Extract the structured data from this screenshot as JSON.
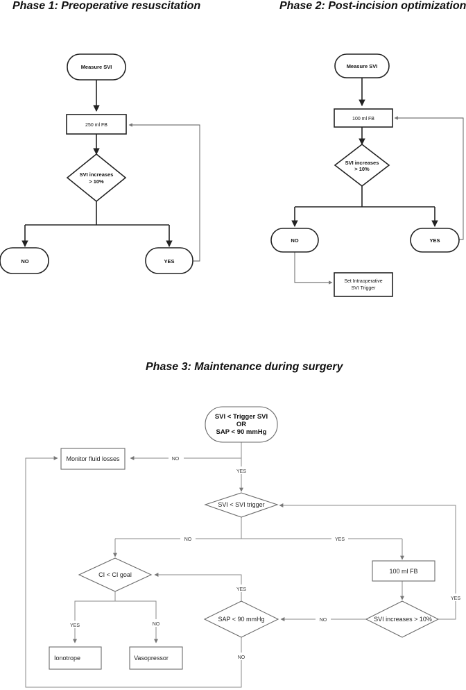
{
  "titles": {
    "phase1": "Phase 1: Preoperative resuscitation",
    "phase2": "Phase 2: Post-incision optimization",
    "phase3": "Phase 3: Maintenance during surgery"
  },
  "phase1": {
    "start": "Measure SVI",
    "fb": "250 ml FB",
    "decision_line1": "SVI increases",
    "decision_line2": "> 10%",
    "no": "NO",
    "yes": "YES"
  },
  "phase2": {
    "start": "Measure SVI",
    "fb": "100 ml FB",
    "decision_line1": "SVI increases",
    "decision_line2": "> 10%",
    "no": "NO",
    "yes": "YES",
    "trigger_line1": "Set Intraoperative",
    "trigger_line2": "SVI Trigger"
  },
  "phase3": {
    "start_line1": "SVI < Trigger SVI",
    "start_line2": "OR",
    "start_line3": "SAP < 90 mmHg",
    "monitor": "Monitor fluid losses",
    "svi_trigger": "SVI < SVI trigger",
    "fb": "100 ml FB",
    "svi_increases": "SVI increases > 10%",
    "sap": "SAP < 90 mmHg",
    "ci_goal": "CI < CI goal",
    "ionotrope": "Ionotrope",
    "vasopressor": "Vasopressor",
    "labels": {
      "no_monitor": "NO",
      "yes_start": "YES",
      "no_left": "NO",
      "yes_right": "YES",
      "yes_loop": "YES",
      "no_sap": "NO",
      "yes_sap": "YES",
      "yes_ci": "YES",
      "no_ci": "NO",
      "no_bottom": "NO"
    }
  }
}
